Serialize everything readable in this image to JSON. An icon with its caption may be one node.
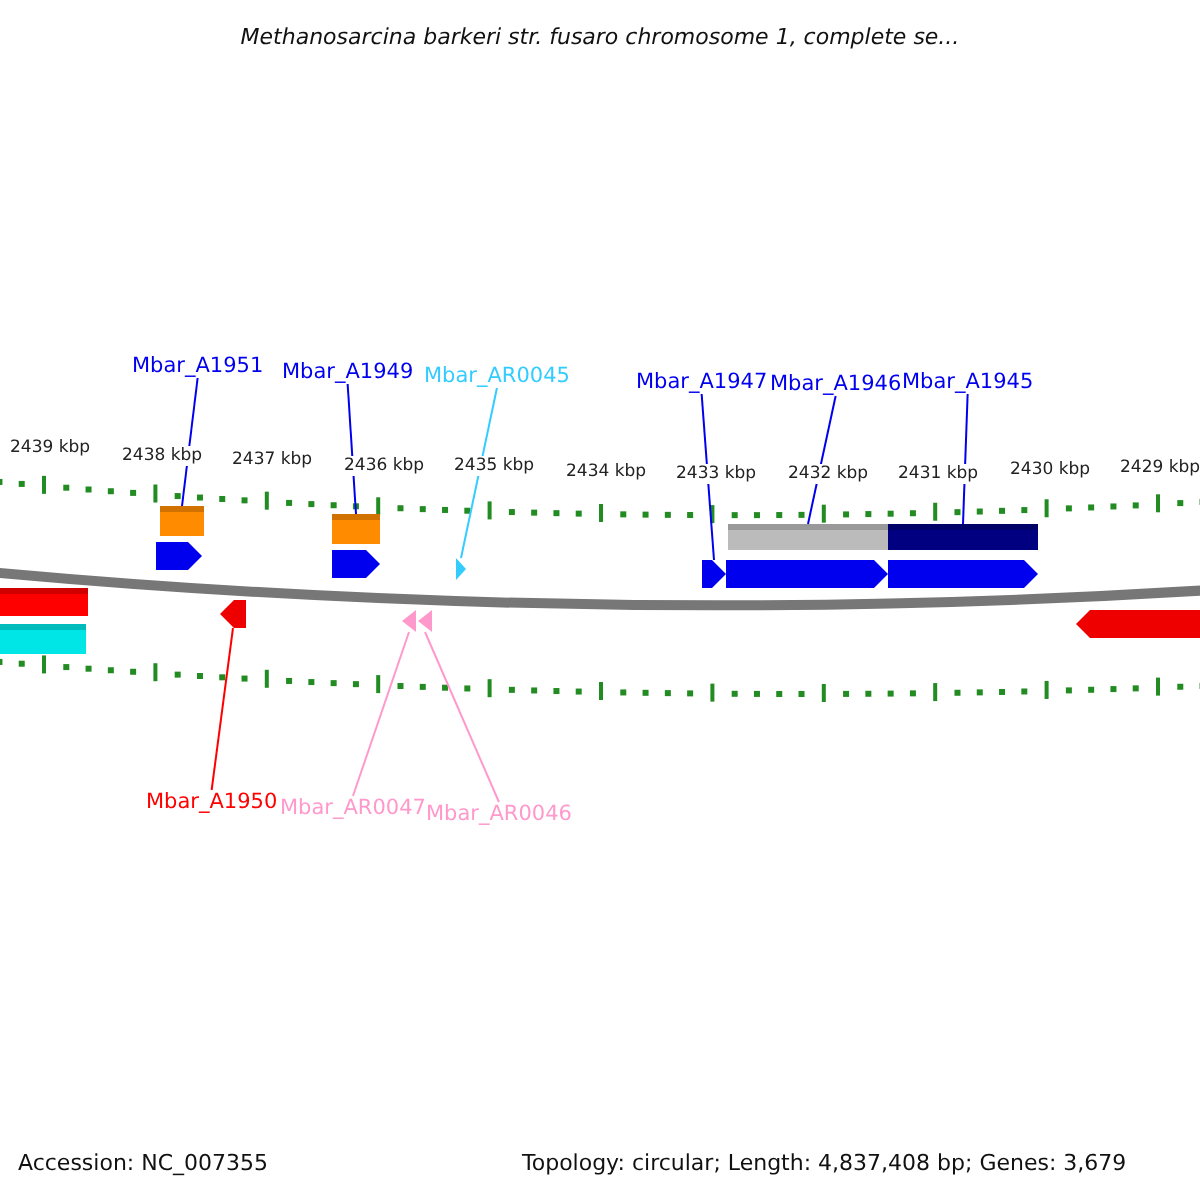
{
  "diagram": {
    "title": "Methanosarcina barkeri str. fusaro chromosome 1, complete se...",
    "nodes": [
      {
        "text": [
          "Mbar_A1951"
        ]
      },
      {
        "text": [
          "Mbar_A1949"
        ]
      },
      {
        "text": [
          "Mbar_AR0045"
        ]
      },
      {
        "text": [
          "Mbar_A1947"
        ]
      },
      {
        "text": [
          "Mbar_A1946"
        ]
      },
      {
        "text": [
          "Mbar_A1945"
        ]
      },
      {
        "text": [
          "Mbar_A1950"
        ]
      },
      {
        "text": [
          "Mbar_AR0047"
        ]
      },
      {
        "text": [
          "Mbar_AR0046"
        ]
      },
      {
        "text": [],
        "shape": "bar"
      },
      {
        "text": [],
        "shape": "bar"
      },
      {
        "text": [],
        "shape": "bar"
      },
      {
        "text": [],
        "shape": "arrow"
      },
      {
        "text": [],
        "shape": "arrow"
      },
      {
        "text": [],
        "shape": "bar"
      },
      {
        "text": [],
        "shape": "arrow"
      },
      {
        "text": [],
        "shape": "arrow"
      },
      {
        "text": [],
        "shape": "arrow"
      },
      {
        "text": [],
        "shape": "arrow"
      },
      {
        "text": [],
        "shape": "bar"
      },
      {
        "text": [],
        "shape": "bar"
      },
      {
        "text": [],
        "shape": "arrow"
      },
      {
        "text": [],
        "shape": "arrow"
      },
      {
        "text": [],
        "shape": "arrow"
      },
      {
        "text": [],
        "shape": "arrow"
      }
    ],
    "edges": [
      {
        "from": 0,
        "to": 11,
        "arrow": "none"
      },
      {
        "from": 1,
        "to": 14,
        "arrow": "none"
      },
      {
        "from": 2,
        "to": 18,
        "arrow": "none",
        "color": "#33ccff"
      },
      {
        "from": 3,
        "to": 21,
        "arrow": "none"
      },
      {
        "from": 4,
        "to": 19,
        "arrow": "none"
      },
      {
        "from": 5,
        "to": 20,
        "arrow": "none"
      },
      {
        "from": 6,
        "to": 13,
        "arrow": "none",
        "color": "#ff0000"
      },
      {
        "from": 7,
        "to": 16,
        "arrow": "none",
        "color": "#ff99cc"
      },
      {
        "from": 8,
        "to": 17,
        "arrow": "none",
        "color": "#ff99cc"
      }
    ],
    "labels": [
      "2439 kbp",
      "2438 kbp",
      "2437 kbp",
      "2436 kbp",
      "2435 kbp",
      "2434 kbp",
      "2433 kbp",
      "2432 kbp",
      "2431 kbp",
      "2430 kbp",
      "2429 kbp",
      "Accession: NC_007355",
      "Topology: circular; Length: 4,837,408 bp; Genes: 3,679"
    ]
  }
}
